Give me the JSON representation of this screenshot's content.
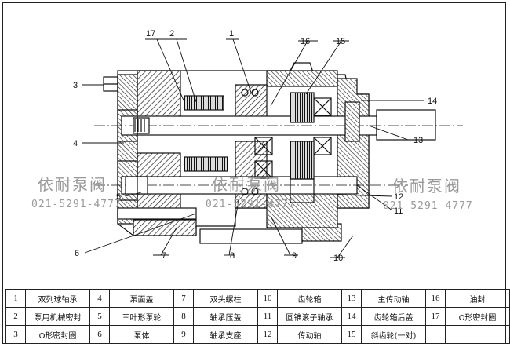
{
  "callouts": {
    "c1": "1",
    "c2": "2",
    "c3": "3",
    "c4": "4",
    "c5": "5",
    "c6": "6",
    "c7": "7",
    "c8": "8",
    "c9": "9",
    "c10": "10",
    "c11": "11",
    "c12": "12",
    "c13": "13",
    "c14": "14",
    "c15": "15",
    "c16": "16",
    "c17": "17"
  },
  "watermark": {
    "brand": "依耐泵阀",
    "phone": "021-5291-4777"
  },
  "legend": {
    "rows": [
      [
        {
          "num": "1",
          "name": "双列球轴承"
        },
        {
          "num": "4",
          "name": "泵面盖"
        },
        {
          "num": "7",
          "name": "双头螺柱"
        },
        {
          "num": "10",
          "name": "齿轮箱"
        },
        {
          "num": "13",
          "name": "主传动轴"
        },
        {
          "num": "16",
          "name": "油封"
        }
      ],
      [
        {
          "num": "2",
          "name": "泵用机械密封"
        },
        {
          "num": "5",
          "name": "三叶形泵轮"
        },
        {
          "num": "8",
          "name": "轴承压盖"
        },
        {
          "num": "11",
          "name": "圆锥滚子轴承"
        },
        {
          "num": "14",
          "name": "齿轮箱后盖"
        },
        {
          "num": "17",
          "name": "O形密封圈"
        }
      ],
      [
        {
          "num": "3",
          "name": "O形密封圈"
        },
        {
          "num": "6",
          "name": "泵体"
        },
        {
          "num": "9",
          "name": "轴承支座"
        },
        {
          "num": "12",
          "name": "传动轴"
        },
        {
          "num": "15",
          "name": "斜齿轮(一对)"
        },
        {
          "num": "",
          "name": ""
        }
      ]
    ]
  }
}
